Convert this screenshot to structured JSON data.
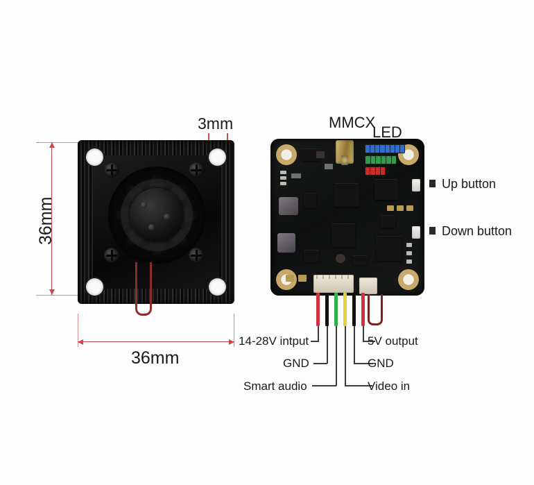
{
  "image": {
    "kind": "product-dimension-diagram",
    "subject": "FPV video transmitter board with heatsink fan",
    "background_color": "#fdfdfd"
  },
  "dimensions": {
    "accent_color": "#c9484e",
    "height_label": "36mm",
    "width_label": "36mm",
    "hole_label": "3mm"
  },
  "heatsink": {
    "name": "heatsink-fan-assembly",
    "mount_holes": 4,
    "fan_screws": 4,
    "fan_blades": 8,
    "wire_color": "#8e2b2b"
  },
  "pcb": {
    "name": "vtx-circuit-board",
    "mount_holes": 4,
    "labels": {
      "mmcx": "MMCX",
      "led": "LED",
      "up_button": "Up button",
      "down_button": "Down button"
    },
    "led_rows": [
      {
        "color": "#2f6fd0",
        "segments": 8
      },
      {
        "color": "#2f9e4a",
        "segments": 6
      },
      {
        "color": "#cf2a2a",
        "segments": 4
      }
    ]
  },
  "wires": [
    {
      "index": 0,
      "color": "#cf3340",
      "label": "14-28V intput",
      "side": "left"
    },
    {
      "index": 1,
      "color": "#111111",
      "label": "GND",
      "side": "left"
    },
    {
      "index": 2,
      "color": "#2fb04a",
      "label": "Smart audio",
      "side": "left"
    },
    {
      "index": 3,
      "color": "#e8d23a",
      "label": "Video in",
      "side": "right"
    },
    {
      "index": 4,
      "color": "#111111",
      "label": "GND",
      "side": "right"
    },
    {
      "index": 5,
      "color": "#cf3340",
      "label": "5V output",
      "side": "right"
    }
  ],
  "callouts": {
    "left": [
      {
        "text": "14-28V intput"
      },
      {
        "text": "GND"
      },
      {
        "text": "Smart audio"
      }
    ],
    "right": [
      {
        "text": "5V output"
      },
      {
        "text": "GND"
      },
      {
        "text": "Video in"
      }
    ]
  }
}
